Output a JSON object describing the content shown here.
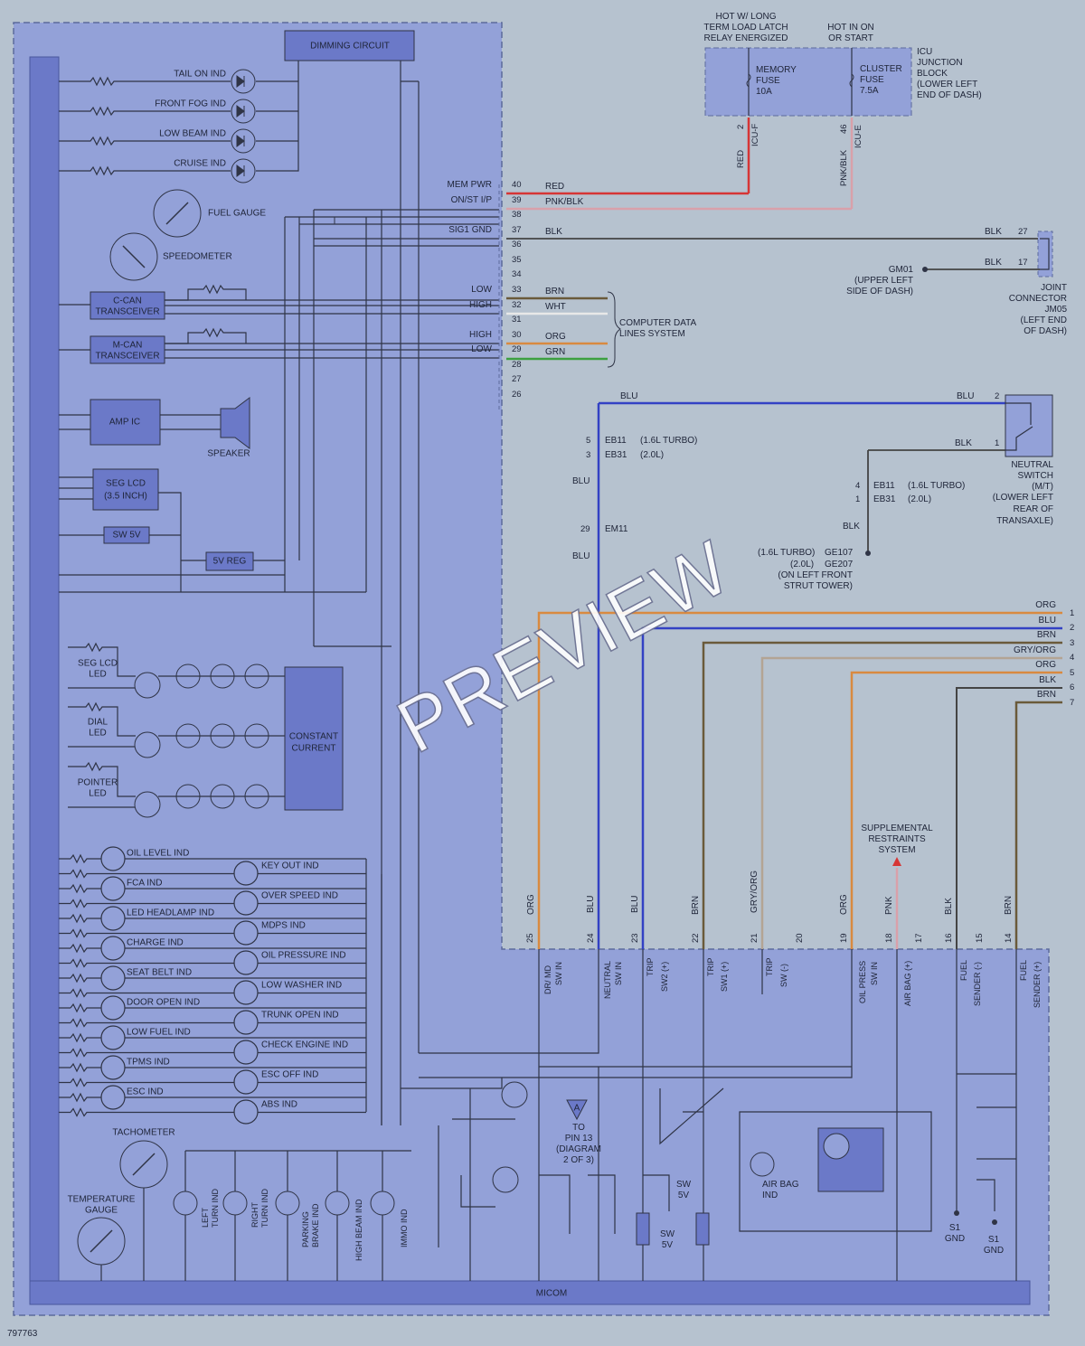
{
  "doc_id": "797763",
  "watermark": "PREVIEW",
  "colors": {
    "module_fill": "#93a1d8",
    "bus_fill": "#6b79c8",
    "red": "#d63535",
    "pink": "#d9a0aa",
    "black": "#444444",
    "brown": "#6a5a3a",
    "white": "#e8e8e8",
    "orange": "#d98a40",
    "green": "#3ca040",
    "blue": "#3341c4",
    "gryorg": "#b3a494"
  },
  "cluster": {
    "dimming": "DIMMING CIRCUIT",
    "indicators_top": [
      "TAIL ON IND",
      "FRONT FOG IND",
      "LOW BEAM IND",
      "CRUISE IND"
    ],
    "fuel_gauge": "FUEL GAUGE",
    "speedometer": "SPEEDOMETER",
    "ccan_1": "C-CAN",
    "ccan_2": "TRANSCEIVER",
    "mcan_1": "M-CAN",
    "mcan_2": "TRANSCEIVER",
    "amp": "AMP IC",
    "speaker": "SPEAKER",
    "seg_1": "SEG LCD",
    "seg_2": "(3.5 INCH)",
    "sw5v": "SW 5V",
    "reg": "5V REG",
    "led_groups": [
      {
        "l1": "SEG LCD",
        "l2": "LED"
      },
      {
        "l1": "DIAL",
        "l2": "LED"
      },
      {
        "l1": "POINTER",
        "l2": "LED"
      }
    ],
    "cc_1": "CONSTANT",
    "cc_2": "CURRENT",
    "left_inds": [
      "OIL LEVEL IND",
      "FCA IND",
      "LED HEADLAMP IND",
      "CHARGE IND",
      "SEAT BELT IND",
      "DOOR OPEN IND",
      "LOW FUEL IND",
      "TPMS IND",
      "ESC IND"
    ],
    "right_inds": [
      "KEY OUT IND",
      "OVER SPEED IND",
      "MDPS IND",
      "OIL PRESSURE IND",
      "LOW WASHER IND",
      "TRUNK OPEN IND",
      "CHECK ENGINE IND",
      "ESC OFF IND",
      "ABS IND"
    ],
    "tach": "TACHOMETER",
    "temp_1": "TEMPERATURE",
    "temp_2": "GAUGE",
    "bottom_inds": [
      {
        "l1": "LEFT",
        "l2": "TURN IND"
      },
      {
        "l1": "RIGHT",
        "l2": "TURN IND"
      },
      {
        "l1": "PARKING",
        "l2": "BRAKE IND"
      },
      {
        "l1": "HIGH BEAM IND",
        "l2": ""
      },
      {
        "l1": "IMMO IND",
        "l2": ""
      }
    ],
    "micom": "MICOM",
    "airbag_1": "AIR BAG",
    "airbag_2": "IND",
    "to_1": "TO",
    "to_2": "PIN 13",
    "to_3": "(DIAGRAM",
    "to_4": "2 OF 3)",
    "a_mark": "A",
    "sw5v_a": "SW",
    "sw5v_b": "5V",
    "s1_1": "S1",
    "s1_2": "GND"
  },
  "connector_left": {
    "pins": [
      "40",
      "39",
      "38",
      "37",
      "36",
      "35",
      "34",
      "33",
      "32",
      "31",
      "30",
      "29",
      "28",
      "27",
      "26"
    ],
    "labels": {
      "mem": "MEM PWR",
      "onst": "ON/ST I/P",
      "sig": "SIG1 GND",
      "low": "LOW",
      "high": "HIGH"
    },
    "wires": {
      "p40": "RED",
      "p39": "PNK/BLK",
      "p37": "BLK",
      "p33": "BRN",
      "p32": "WHT",
      "p30": "ORG",
      "p29": "GRN"
    },
    "data_1": "COMPUTER DATA",
    "data_2": "LINES SYSTEM"
  },
  "icu": {
    "hot1_1": "HOT W/ LONG",
    "hot1_2": "TERM LOAD LATCH",
    "hot1_3": "RELAY ENERGIZED",
    "hot2_1": "HOT IN ON",
    "hot2_2": "OR START",
    "mem_1": "MEMORY",
    "mem_2": "FUSE",
    "mem_3": "10A",
    "clu_1": "CLUSTER",
    "clu_2": "FUSE",
    "clu_3": "7.5A",
    "title_1": "ICU",
    "title_2": "JUNCTION",
    "title_3": "BLOCK",
    "title_4": "(LOWER LEFT",
    "title_5": "END OF DASH)",
    "pin_a": "2",
    "conn_a": "ICU-F",
    "wire_a": "RED",
    "pin_b": "46",
    "conn_b": "ICU-E",
    "wire_b": "PNK/BLK"
  },
  "ground": {
    "gm01": "GM01",
    "gm_l1": "(UPPER LEFT",
    "gm_l2": "SIDE OF DASH)",
    "blk": "BLK",
    "p27": "27",
    "p17": "17",
    "jc_1": "JOINT",
    "jc_2": "CONNECTOR",
    "jc_3": "JM05",
    "jc_4": "(LEFT END",
    "jc_5": "OF DASH)"
  },
  "neutral": {
    "blu": "BLU",
    "blk": "BLK",
    "p2": "2",
    "p1": "1",
    "eb11": "EB11",
    "eb31": "EB31",
    "turbo": "(1.6L TURBO)",
    "two": "(2.0L)",
    "p5": "5",
    "p3": "3",
    "p4": "4",
    "p1b": "1",
    "p29": "29",
    "em11": "EM11",
    "ns_1": "NEUTRAL",
    "ns_2": "SWITCH",
    "ns_3": "(M/T)",
    "ns_4": "(LOWER LEFT",
    "ns_5": "REAR OF",
    "ns_6": "TRANSAXLE)",
    "ge_1": "(1.6L TURBO)",
    "ge_2": "GE107",
    "ge_3": "(2.0L)",
    "ge_4": "GE207",
    "ge_5": "(ON LEFT FRONT",
    "ge_6": "STRUT TOWER)"
  },
  "right_conn": {
    "wires": [
      "ORG",
      "BLU",
      "BRN",
      "GRY/ORG",
      "ORG",
      "BLK",
      "BRN"
    ],
    "pins": [
      "1",
      "2",
      "3",
      "4",
      "5",
      "6",
      "7"
    ]
  },
  "bottom_conn": {
    "pins": [
      "25",
      "24",
      "23",
      "22",
      "21",
      "20",
      "19",
      "18",
      "17",
      "16",
      "15",
      "14"
    ],
    "wires": [
      "ORG",
      "BLU",
      "BLU",
      "BRN",
      "GRY/ORG",
      "",
      "ORG",
      "PNK",
      "",
      "BLK",
      "",
      "BRN"
    ],
    "func_1": [
      "DR/ MD",
      "NEUTRAL",
      "TRIP",
      "TRIP",
      "TRIP",
      "",
      "OIL PRESS",
      "AIR BAG (+)",
      "",
      "FUEL",
      "",
      "FUEL"
    ],
    "func_2": [
      "SW IN",
      "SW IN",
      "SW2 (+)",
      "SW1 (+)",
      "SW (-)",
      "",
      "SW IN",
      "",
      "",
      "SENDER (-)",
      "",
      "SENDER (+)"
    ],
    "srs_1": "SUPPLEMENTAL",
    "srs_2": "RESTRAINTS",
    "srs_3": "SYSTEM"
  }
}
